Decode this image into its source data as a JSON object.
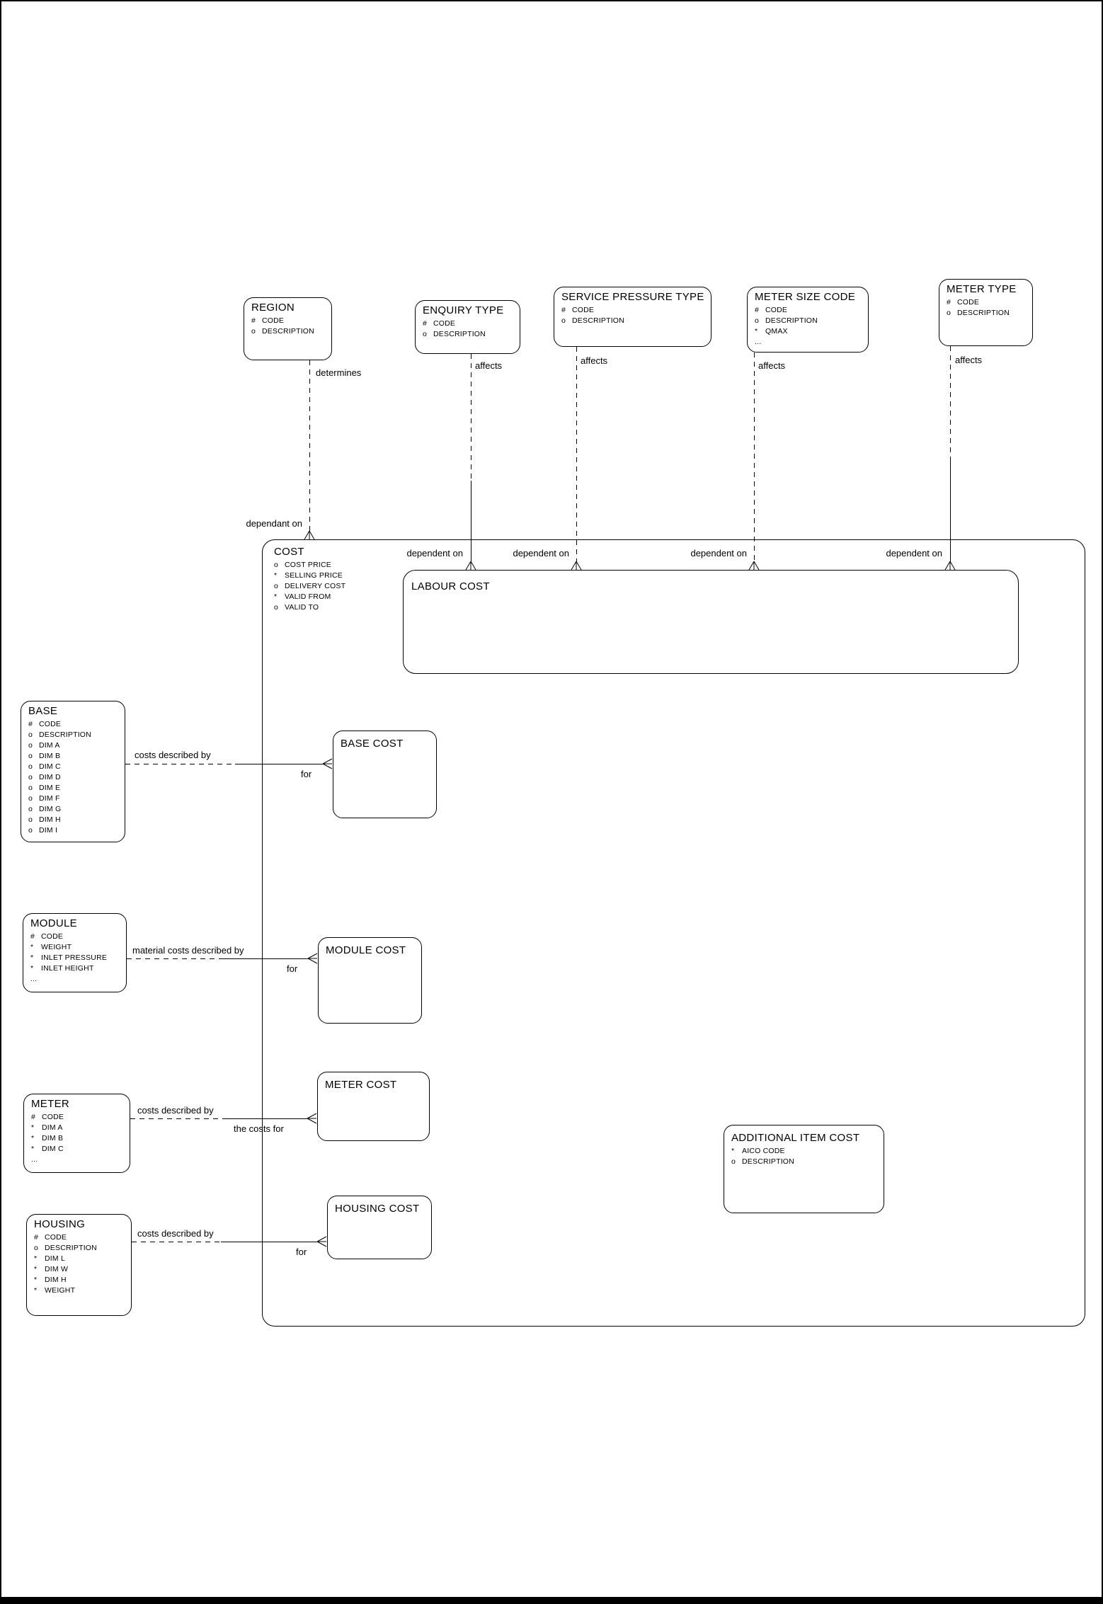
{
  "colors": {
    "ink": "#000000",
    "background": "#ffffff"
  },
  "entities": {
    "region": {
      "title": "REGION",
      "attrs": [
        {
          "p": "#",
          "n": "CODE"
        },
        {
          "p": "o",
          "n": "DESCRIPTION"
        }
      ]
    },
    "enquiry_type": {
      "title": "ENQUIRY TYPE",
      "attrs": [
        {
          "p": "#",
          "n": "CODE"
        },
        {
          "p": "o",
          "n": "DESCRIPTION"
        }
      ]
    },
    "service_pressure_type": {
      "title": "SERVICE PRESSURE TYPE",
      "attrs": [
        {
          "p": "#",
          "n": "CODE"
        },
        {
          "p": "o",
          "n": "DESCRIPTION"
        }
      ]
    },
    "meter_size_code": {
      "title": "METER SIZE CODE",
      "attrs": [
        {
          "p": "#",
          "n": "CODE"
        },
        {
          "p": "o",
          "n": "DESCRIPTION"
        },
        {
          "p": "*",
          "n": "QMAX"
        },
        {
          "p": "...",
          "n": ""
        }
      ]
    },
    "meter_type": {
      "title": "METER TYPE",
      "attrs": [
        {
          "p": "#",
          "n": "CODE"
        },
        {
          "p": "o",
          "n": "DESCRIPTION"
        }
      ]
    },
    "cost": {
      "title": "COST",
      "attrs": [
        {
          "p": "o",
          "n": "COST PRICE"
        },
        {
          "p": "*",
          "n": "SELLING PRICE"
        },
        {
          "p": "o",
          "n": "DELIVERY COST"
        },
        {
          "p": "*",
          "n": "VALID FROM"
        },
        {
          "p": "o",
          "n": "VALID TO"
        }
      ]
    },
    "labour_cost": {
      "title": "LABOUR COST"
    },
    "base": {
      "title": "BASE",
      "attrs": [
        {
          "p": "#",
          "n": "CODE"
        },
        {
          "p": "o",
          "n": "DESCRIPTION"
        },
        {
          "p": "o",
          "n": "DIM A"
        },
        {
          "p": "o",
          "n": "DIM B"
        },
        {
          "p": "o",
          "n": "DIM C"
        },
        {
          "p": "o",
          "n": "DIM D"
        },
        {
          "p": "o",
          "n": "DIM E"
        },
        {
          "p": "o",
          "n": "DIM F"
        },
        {
          "p": "o",
          "n": "DIM G"
        },
        {
          "p": "o",
          "n": "DIM H"
        },
        {
          "p": "o",
          "n": "DIM I"
        }
      ]
    },
    "base_cost": {
      "title": "BASE COST"
    },
    "module": {
      "title": "MODULE",
      "attrs": [
        {
          "p": "#",
          "n": "CODE"
        },
        {
          "p": "*",
          "n": "WEIGHT"
        },
        {
          "p": "*",
          "n": "INLET PRESSURE"
        },
        {
          "p": "*",
          "n": "INLET HEIGHT"
        },
        {
          "p": "...",
          "n": ""
        }
      ]
    },
    "module_cost": {
      "title": "MODULE COST"
    },
    "meter": {
      "title": "METER",
      "attrs": [
        {
          "p": "#",
          "n": "CODE"
        },
        {
          "p": "*",
          "n": "DIM A"
        },
        {
          "p": "*",
          "n": "DIM B"
        },
        {
          "p": "*",
          "n": "DIM C"
        },
        {
          "p": "...",
          "n": ""
        }
      ]
    },
    "meter_cost": {
      "title": "METER COST"
    },
    "housing": {
      "title": "HOUSING",
      "attrs": [
        {
          "p": "#",
          "n": "CODE"
        },
        {
          "p": "o",
          "n": "DESCRIPTION"
        },
        {
          "p": "*",
          "n": "DIM L"
        },
        {
          "p": "*",
          "n": "DIM W"
        },
        {
          "p": "*",
          "n": "DIM H"
        },
        {
          "p": "*",
          "n": "WEIGHT"
        }
      ]
    },
    "housing_cost": {
      "title": "HOUSING COST"
    },
    "additional_item_cost": {
      "title": "ADDITIONAL ITEM COST",
      "attrs": [
        {
          "p": "*",
          "n": "AICO CODE"
        },
        {
          "p": "o",
          "n": "DESCRIPTION"
        }
      ]
    }
  },
  "relationships": {
    "region_cost": {
      "from_label": "determines",
      "to_label": "dependant on"
    },
    "enquiry_labour": {
      "from_label": "affects",
      "to_label": "dependent on"
    },
    "service_pressure_labour": {
      "from_label": "affects",
      "to_label": "dependent on"
    },
    "meter_size_labour": {
      "from_label": "affects",
      "to_label": "dependent on"
    },
    "meter_type_labour": {
      "from_label": "affects",
      "to_label": "dependent on"
    },
    "base_base_cost": {
      "from_label": "costs described by",
      "to_label": "for"
    },
    "module_module_cost": {
      "from_label": "material costs described by",
      "to_label": "for"
    },
    "meter_meter_cost": {
      "from_label": "costs described by",
      "to_label": "the costs for"
    },
    "housing_housing_cost": {
      "from_label": "costs described by",
      "to_label": "for"
    }
  }
}
